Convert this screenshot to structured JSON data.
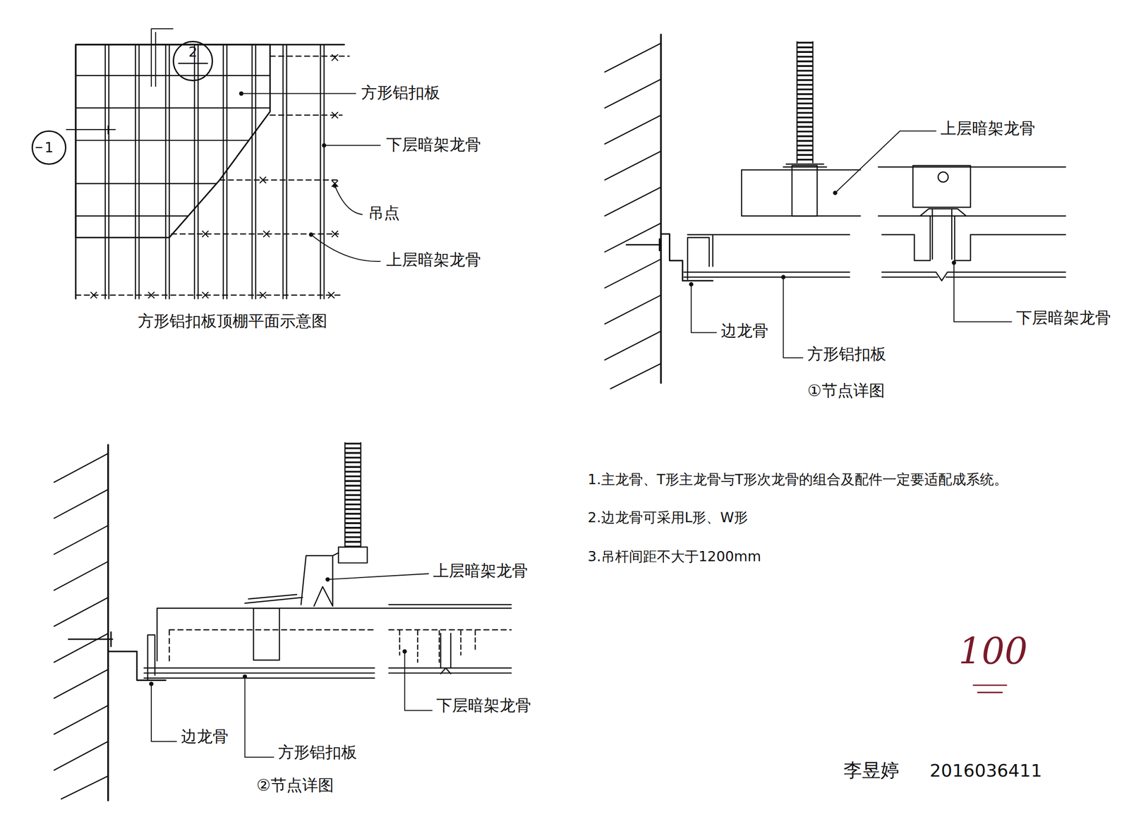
{
  "diagram": {
    "nodes": [
      {
        "text": [
          "2"
        ]
      },
      {
        "text": [
          "1"
        ]
      }
    ],
    "labels": [
      "方形铝扣板",
      "下层暗架龙骨",
      "吊点",
      "上层暗架龙骨",
      "方形铝扣板顶棚平面示意图",
      "上层暗架龙骨",
      "边龙骨",
      "方形铝扣板",
      "下层暗架龙骨",
      "①节点详图",
      "上层暗架龙骨",
      "边龙骨",
      "方形铝扣板",
      "下层暗架龙骨",
      "②节点详图",
      "1.主龙骨、T形主龙骨与T形次龙骨的组合及配件一定要适配成系统。",
      "2.边龙骨可采用L形、W形",
      "3.吊杆间距不大于1200mm",
      "100",
      "李昱婷",
      "2016036411"
    ]
  }
}
